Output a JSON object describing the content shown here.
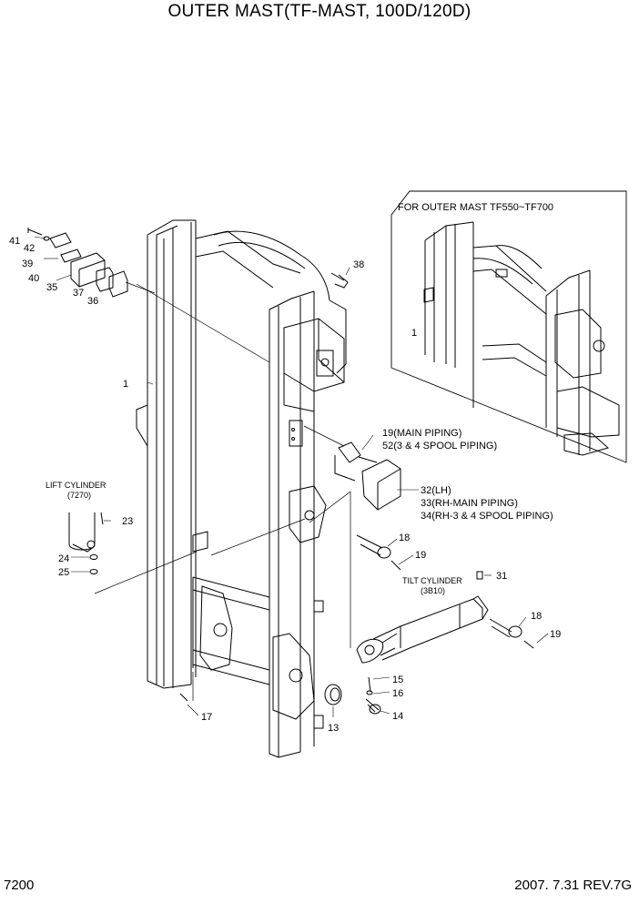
{
  "title": "OUTER MAST(TF-MAST, 100D/120D)",
  "inset_title": "FOR OUTER MAST TF550~TF700",
  "inset_callout": "1",
  "lift_cylinder": {
    "label": "LIFT CYLINDER",
    "ref": "(7270)"
  },
  "tilt_cylinder": {
    "label": "TILT CYLINDER",
    "ref": "(3B10)"
  },
  "callouts": {
    "c41": "41",
    "c42": "42",
    "c39": "39",
    "c40": "40",
    "c35": "35",
    "c37": "37",
    "c36": "36",
    "c38": "38",
    "c1": "1",
    "c19_main": "19(MAIN PIPING)",
    "c52": "52(3 & 4 SPOOL PIPING)",
    "c32": "32(LH)",
    "c33": "33(RH-MAIN PIPING)",
    "c34": "34(RH-3 & 4 SPOOL PIPING)",
    "c23": "23",
    "c24": "24",
    "c25": "25",
    "c18a": "18",
    "c19a": "19",
    "c31": "31",
    "c18b": "18",
    "c19b": "19",
    "c15": "15",
    "c16": "16",
    "c14": "14",
    "c13": "13",
    "c17": "17"
  },
  "footer": {
    "page": "7200",
    "revision": "2007. 7.31 REV.7G"
  }
}
